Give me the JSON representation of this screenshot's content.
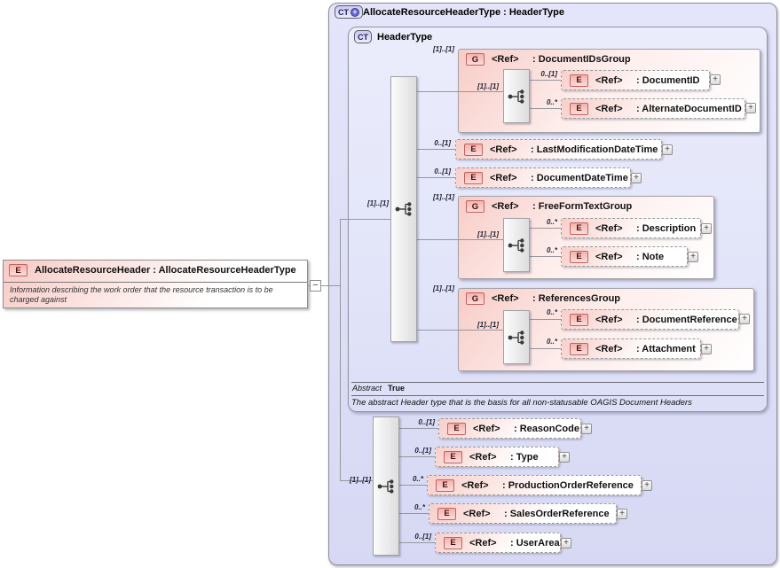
{
  "badges": {
    "element": "E",
    "group": "G",
    "complex_type": "CT"
  },
  "icons": {
    "expand": "+",
    "collapse": "−",
    "derived_plus": "+"
  },
  "colors": {
    "panel_lavender": "#d9dbf5",
    "inner_panel": "#e4e6fa",
    "element_pink": "#f8cfca",
    "badge_border": "#c2625e",
    "connector_line": "#97979d"
  },
  "left_element": {
    "title": "AllocateResourceHeader : AllocateResourceHeaderType",
    "description": "Information describing the work order that the resource transaction is to be charged against"
  },
  "outer": {
    "title": "AllocateResourceHeaderType : HeaderType"
  },
  "ht": {
    "title": "HeaderType",
    "card": "[1]..[1]",
    "abstract_label": "Abstract",
    "abstract_value": "True",
    "footnote": "The abstract Header type that is the basis for all non-statusable OAGIS Document Headers",
    "dig": {
      "card": "[1]..[1]",
      "inner_card": "[1]..[1]",
      "ref": "<Ref>",
      "name": ": DocumentIDsGroup",
      "document_id": {
        "card": "0..[1]",
        "ref": "<Ref>",
        "name": ": DocumentID"
      },
      "alternate_document_id": {
        "card": "0..*",
        "ref": "<Ref>",
        "name": ": AlternateDocumentID"
      }
    },
    "lastmod": {
      "card": "0..[1]",
      "ref": "<Ref>",
      "name": ": LastModificationDateTime"
    },
    "docdate": {
      "card": "0..[1]",
      "ref": "<Ref>",
      "name": ": DocumentDateTime"
    },
    "fftg": {
      "card": "[1]..[1]",
      "inner_card": "[1]..[1]",
      "ref": "<Ref>",
      "name": ": FreeFormTextGroup",
      "description_el": {
        "card": "0..*",
        "ref": "<Ref>",
        "name": ": Description"
      },
      "note": {
        "card": "0..*",
        "ref": "<Ref>",
        "name": ": Note"
      }
    },
    "refg": {
      "card": "[1]..[1]",
      "inner_card": "[1]..[1]",
      "ref": "<Ref>",
      "name": ": ReferencesGroup",
      "document_reference": {
        "card": "0..*",
        "ref": "<Ref>",
        "name": ": DocumentReference"
      },
      "attachment": {
        "card": "0..*",
        "ref": "<Ref>",
        "name": ": Attachment"
      }
    }
  },
  "ext": {
    "card": "[1]..[1]",
    "reason_code": {
      "card": "0..[1]",
      "ref": "<Ref>",
      "name": ": ReasonCode"
    },
    "type_el": {
      "card": "0..[1]",
      "ref": "<Ref>",
      "name": ": Type"
    },
    "production_order_reference": {
      "card": "0..*",
      "ref": "<Ref>",
      "name": ": ProductionOrderReference"
    },
    "sales_order_reference": {
      "card": "0..*",
      "ref": "<Ref>",
      "name": ": SalesOrderReference"
    },
    "user_area": {
      "card": "0..[1]",
      "ref": "<Ref>",
      "name": ": UserArea"
    }
  }
}
